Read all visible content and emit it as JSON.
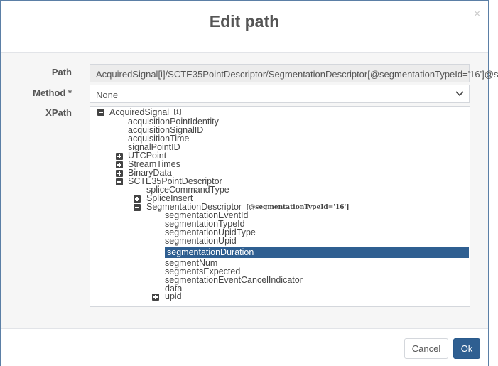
{
  "dialog": {
    "title": "Edit path",
    "close_glyph": "×"
  },
  "form": {
    "path_label": "Path",
    "path_value": "AcquiredSignal[i]/SCTE35PointDescriptor/SegmentationDescriptor[@segmentationTypeId='16']@s",
    "method_label": "Method *",
    "method_value": "None",
    "xpath_label": "XPath"
  },
  "tree": {
    "acquired_signal": "AcquiredSignal",
    "acquired_signal_attr": "[i]",
    "acquisition_point_identity": "acquisitionPointIdentity",
    "acquisition_signal_id": "acquisitionSignalID",
    "acquisition_time": "acquisitionTime",
    "signal_point_id": "signalPointID",
    "utc_point": "UTCPoint",
    "stream_times": "StreamTimes",
    "binary_data": "BinaryData",
    "scte35_point_descriptor": "SCTE35PointDescriptor",
    "splice_command_type": "spliceCommandType",
    "splice_insert": "SpliceInsert",
    "segmentation_descriptor": "SegmentationDescriptor",
    "segmentation_descriptor_attr": "[@segmentationTypeId='16']",
    "segmentation_event_id": "segmentationEventId",
    "segmentation_type_id": "segmentationTypeId",
    "segmentation_upid_type": "segmentationUpidType",
    "segmentation_upid": "segmentationUpid",
    "segmentation_duration": "segmentationDuration",
    "segment_num": "segmentNum",
    "segments_expected": "segmentsExpected",
    "segmentation_event_cancel_indicator": "segmentationEventCancelIndicator",
    "data": "data",
    "upid": "upid"
  },
  "footer": {
    "cancel_label": "Cancel",
    "ok_label": "Ok"
  },
  "icons": {
    "expand": "plus-box-icon",
    "collapse": "minus-box-icon",
    "dropdown": "chevron-down-icon",
    "close": "close-icon"
  },
  "colors": {
    "accent": "#2f5f91",
    "frame_border": "#5b7fa6",
    "text": "#555555"
  }
}
